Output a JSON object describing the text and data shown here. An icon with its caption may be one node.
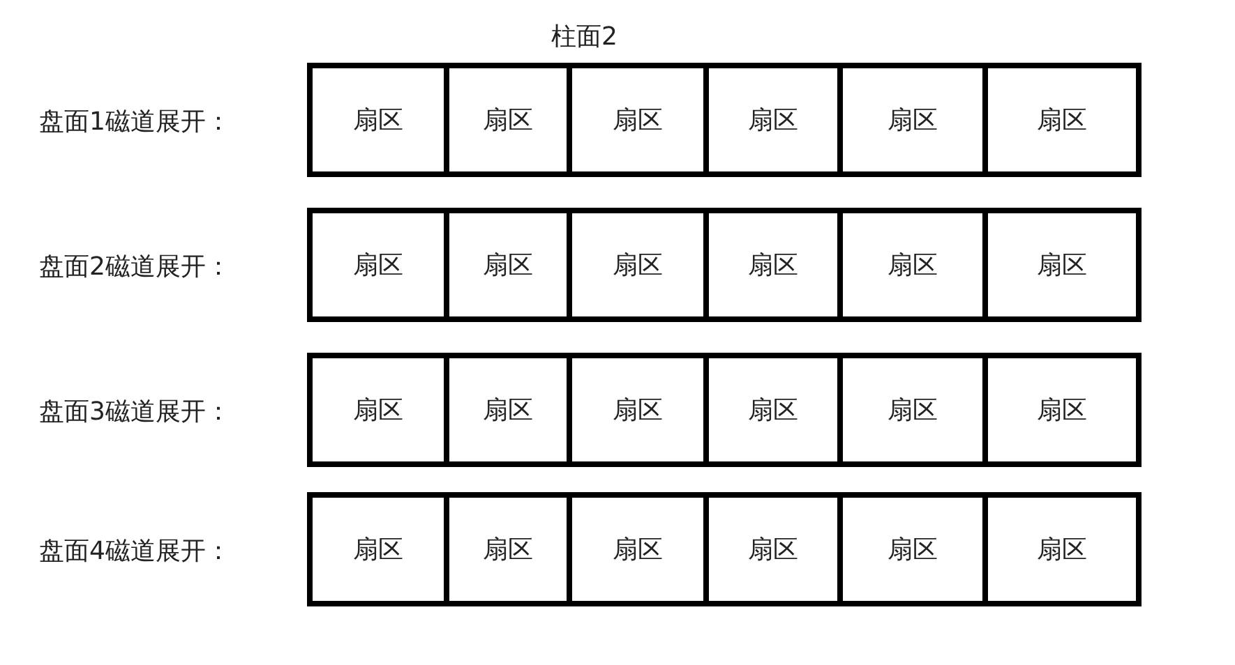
{
  "diagram": {
    "nodes": [
      {
        "text": [
          "盘面1磁道展开："
        ]
      },
      {
        "text": [
          "扇区"
        ],
        "in": 0
      },
      {
        "text": [
          "扇区"
        ],
        "in": 0
      },
      {
        "text": [
          "扇区"
        ],
        "in": 0
      },
      {
        "text": [
          "扇区"
        ],
        "in": 0
      },
      {
        "text": [
          "扇区"
        ],
        "in": 0
      },
      {
        "text": [
          "扇区"
        ],
        "in": 0
      },
      {
        "text": [
          "盘面2磁道展开："
        ]
      },
      {
        "text": [
          "扇区"
        ],
        "in": 7
      },
      {
        "text": [
          "扇区"
        ],
        "in": 7
      },
      {
        "text": [
          "扇区"
        ],
        "in": 7
      },
      {
        "text": [
          "扇区"
        ],
        "in": 7
      },
      {
        "text": [
          "扇区"
        ],
        "in": 7
      },
      {
        "text": [
          "扇区"
        ],
        "in": 7
      },
      {
        "text": [
          "盘面3磁道展开："
        ]
      },
      {
        "text": [
          "扇区"
        ],
        "in": 14
      },
      {
        "text": [
          "扇区"
        ],
        "in": 14
      },
      {
        "text": [
          "扇区"
        ],
        "in": 14
      },
      {
        "text": [
          "扇区"
        ],
        "in": 14
      },
      {
        "text": [
          "扇区"
        ],
        "in": 14
      },
      {
        "text": [
          "扇区"
        ],
        "in": 14
      },
      {
        "text": [
          "盘面4磁道展开："
        ]
      },
      {
        "text": [
          "扇区"
        ],
        "in": 21
      },
      {
        "text": [
          "扇区"
        ],
        "in": 21
      },
      {
        "text": [
          "扇区"
        ],
        "in": 21
      },
      {
        "text": [
          "扇区"
        ],
        "in": 21
      },
      {
        "text": [
          "扇区"
        ],
        "in": 21
      },
      {
        "text": [
          "扇区"
        ],
        "in": 21
      }
    ],
    "edges": [],
    "labels": [
      "柱面2"
    ]
  }
}
